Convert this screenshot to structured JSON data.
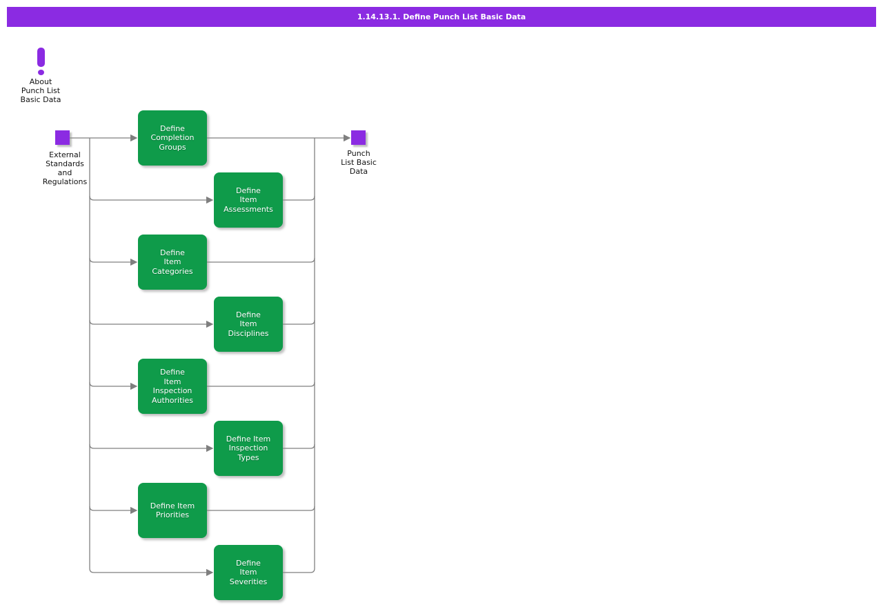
{
  "title": "1.14.13.1. Define Punch List Basic Data",
  "colors": {
    "accent_purple": "#8B2BE2",
    "box_green": "#0F9B4A",
    "line_gray": "#7F7F7F"
  },
  "about_note": {
    "label": "About\nPunch List\nBasic Data"
  },
  "input_node": {
    "label": "External\nStandards\nand\nRegulations"
  },
  "output_node": {
    "label": "Punch\nList Basic\nData"
  },
  "boxes": [
    {
      "label": "Define\nCompletion\nGroups"
    },
    {
      "label": "Define\nItem\nAssessments"
    },
    {
      "label": "Define\nItem\nCategories"
    },
    {
      "label": "Define\nItem\nDisciplines"
    },
    {
      "label": "Define\nItem\nInspection\nAuthorities"
    },
    {
      "label": "Define Item\nInspection\nTypes"
    },
    {
      "label": "Define Item\nPriorities"
    },
    {
      "label": "Define\nItem\nSeverities"
    }
  ]
}
